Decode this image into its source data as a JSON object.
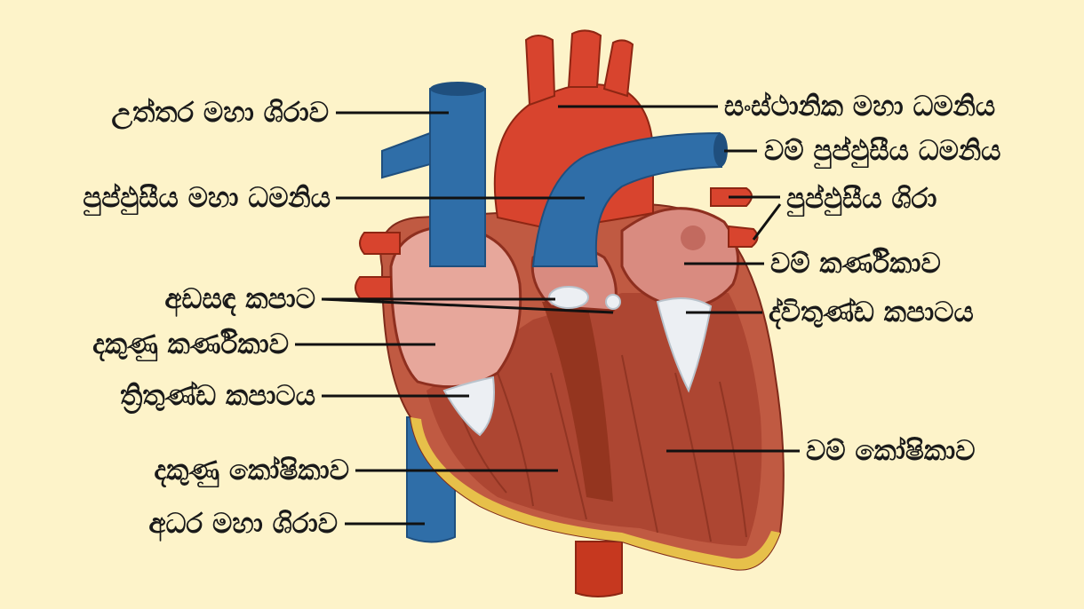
{
  "colors": {
    "background": "#fdf3c9",
    "vein_blue": "#2f6ea8",
    "artery_red": "#d8442e",
    "muscle": "#b8503a",
    "muscle_light": "#e7a79b",
    "valve": "#eceff3",
    "fat": "#e7c04a"
  },
  "labels": {
    "superior_vena_cava": "උත්තර මහා ශිරාව",
    "pulmonary_artery": "පුප්ඵුසීය මහා ධමනිය",
    "semilunar_valves": "අඩසඳ කපාට",
    "right_atrium": "දකුණු කර්ණිකාව",
    "tricuspid_valve": "ත්‍රිතුණ්ඩ කපාටය",
    "right_ventricle": "දකුණු කෝෂිකාව",
    "inferior_vena_cava": "අධර මහා ශිරාව",
    "aorta": "සංස්ථානික මහා ධමනිය",
    "left_pulmonary_artery": "වම් පුප්ඵුසීය ධමනිය",
    "pulmonary_veins": "පුප්ඵුසීය ශිරා",
    "left_atrium": "වම් කර්ණිකාව",
    "bicuspid_valve": "ද්විතුණ්ඩ කපාටය",
    "left_ventricle": "වම් කෝෂිකාව"
  }
}
